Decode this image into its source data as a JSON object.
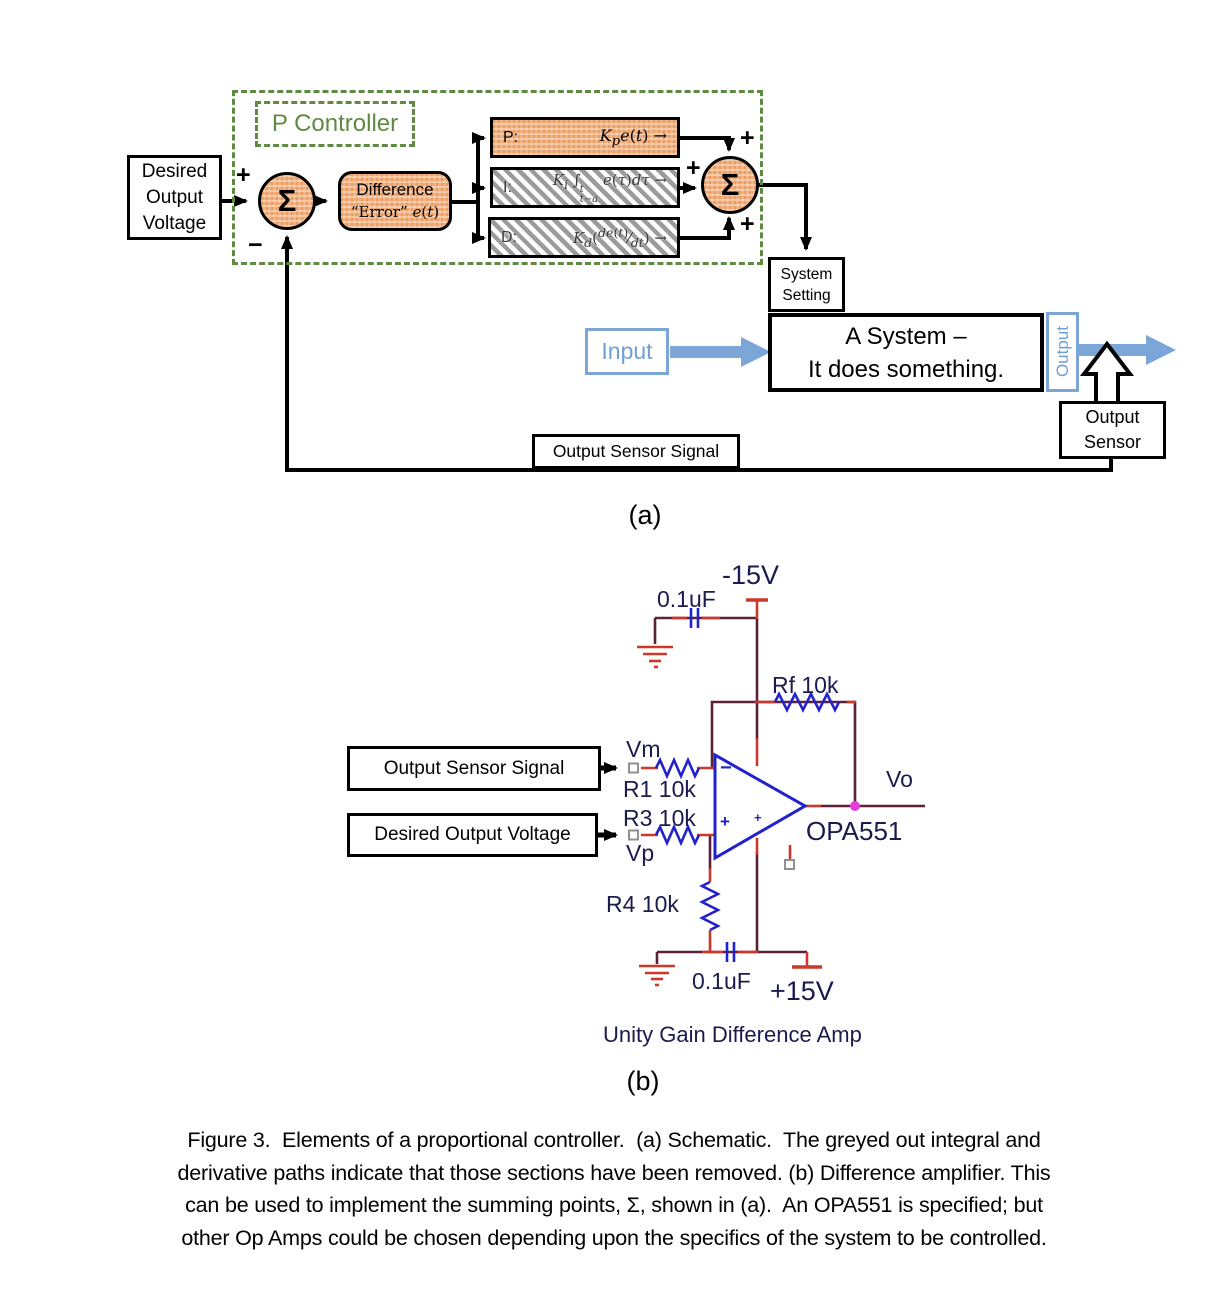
{
  "figure": {
    "part_a_label": "(a)",
    "part_b_label": "(b)",
    "caption_lines": [
      "Figure 3.  Elements of a proportional controller.  (a) Schematic.  The greyed out integral and",
      "derivative paths indicate that those sections have been removed. (b) Difference amplifier. This",
      "can be used to implement the summing points, Σ, shown in (a).  An OPA551 is specified; but",
      "other Op Amps could be chosen depending upon the specifics of the system to be controlled."
    ]
  },
  "colors": {
    "block_orange": "#f2b184",
    "dashed_green": "#5f8a42",
    "blue_ui": "#7da6d8",
    "wire_dark": "#5a2138",
    "wire_red": "#cc392b",
    "component_blue": "#2222cc",
    "label_navy": "#1b1b4f",
    "junction_magenta": "#e33fd8"
  },
  "diagram_a": {
    "controller_label": "P Controller",
    "desired_box": {
      "line1": "Desired",
      "line2": "Output",
      "line3": "Voltage"
    },
    "sum1_symbol": "Σ",
    "sum2_symbol": "Σ",
    "sum1_plus": "+",
    "sum1_minus": "−",
    "sum2_plus_top": "+",
    "sum2_plus_left": "+",
    "sum2_plus_bottom": "+",
    "difference_box": {
      "line1": "Difference",
      "line2_html": "“Error” <i>e</i>(<i>t</i>)"
    },
    "p_block": {
      "label": "P:",
      "formula_html": "<i>K<sub>p</sub></i><i>e</i>(<i>t</i>) →"
    },
    "i_block": {
      "label": "I:",
      "formula_html": "<i>K<sub>i</sub></i> ∫<span class=\"ilim\"><sup><i>t</i></sup><sub><i>t−a</i></sub></span> <i>e</i>(<i>τ</i>)<i>dτ</i> →"
    },
    "d_block": {
      "label": "D:",
      "formula_html": "<i>K<sub>d</sub></i>(<sup><i>de</i>(<i>t</i>)</sup>⁄<sub><i>dt</i></sub>) →"
    },
    "system_setting_box": {
      "line1": "System",
      "line2": "Setting"
    },
    "system_box": {
      "line1": "A System –",
      "line2": "It does something."
    },
    "input_label": "Input",
    "output_label": "Output",
    "output_sensor_box": {
      "line1": "Output",
      "line2": "Sensor"
    },
    "output_sensor_signal_label": "Output Sensor Signal"
  },
  "circuit_b": {
    "neg_supply_label": "-15V",
    "top_cap_label": "0.1uF",
    "rf_label": "Rf 10k",
    "source_box1": "Output Sensor Signal",
    "source_box2": "Desired Output Voltage",
    "vm_label": "Vm",
    "r1_label": "R1 10k",
    "r3_label": "R3 10k",
    "vp_label": "Vp",
    "r4_label": "R4 10k",
    "vo_label": "Vo",
    "opamp_label": "OPA551",
    "opamp_minus": "−",
    "opamp_plus": "+",
    "opamp_plus2": "+",
    "bottom_cap_label": "0.1uF",
    "pos_supply_label": "+15V",
    "title": "Unity Gain Difference Amp"
  }
}
